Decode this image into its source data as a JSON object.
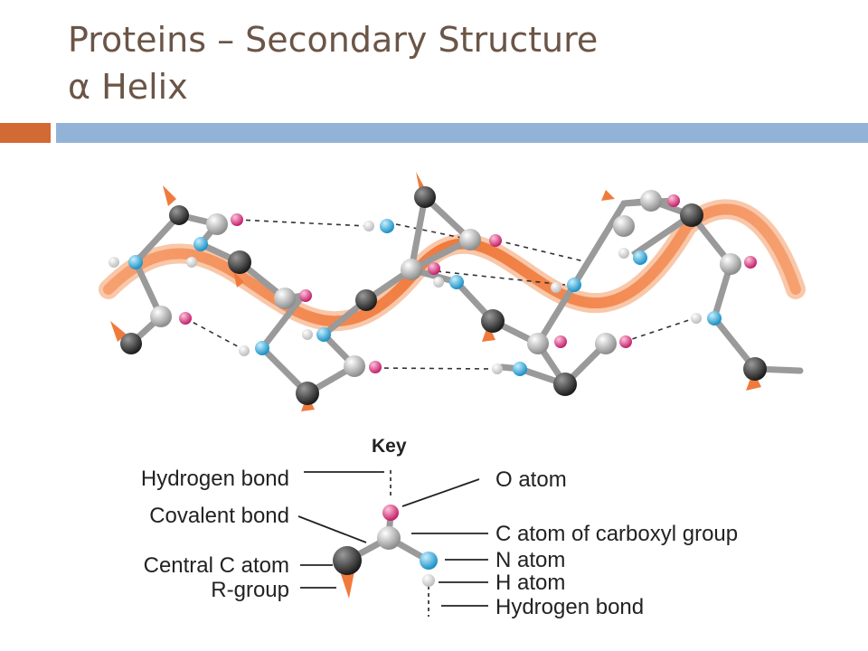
{
  "title": {
    "line1": "Proteins – Secondary Structure",
    "line2": "α Helix"
  },
  "key": {
    "heading": "Key",
    "labels_left": {
      "hydrogen_bond": "Hydrogen bond",
      "covalent_bond": "Covalent bond",
      "central_c_atom": "Central C atom",
      "r_group": "R-group"
    },
    "labels_right": {
      "o_atom": "O atom",
      "c_atom_carboxyl": "C atom of carboxyl group",
      "n_atom": "N atom",
      "h_atom": "H atom",
      "hydrogen_bond": "Hydrogen bond"
    }
  },
  "colors": {
    "title_text": "#6b5547",
    "accent_orange": "#d26a35",
    "accent_blue": "#93b3d6",
    "ribbon": "#f07a3c",
    "o_atom": "#d6337a",
    "n_atom": "#29a8d6",
    "c_carboxyl": "#b9b9b9",
    "c_central": "#333333",
    "h_atom": "#ececec"
  }
}
